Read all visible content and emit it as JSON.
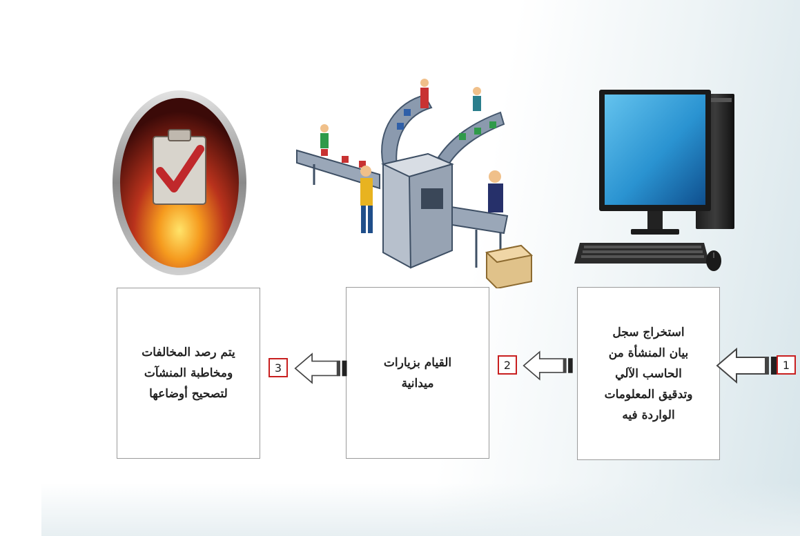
{
  "steps": [
    {
      "number": "1",
      "text": "استخراج سجل\nبيان المنشأة من\nالحاسب الآلي\nوتدقيق المعلومات\nالواردة فيه"
    },
    {
      "number": "2",
      "text": "القيام بزيارات\nميدانية"
    },
    {
      "number": "3",
      "text": "يتم رصد المخالفات\nومخاطبة المنشآت\nلتصحيح أوضاعها"
    }
  ],
  "icons": {
    "step1": "desktop-computer-icon",
    "step2": "factory-conveyor-icon",
    "step3": "clipboard-checkmark-icon"
  },
  "colors": {
    "badge_border": "#c81e1e",
    "check": "#c0282b"
  }
}
